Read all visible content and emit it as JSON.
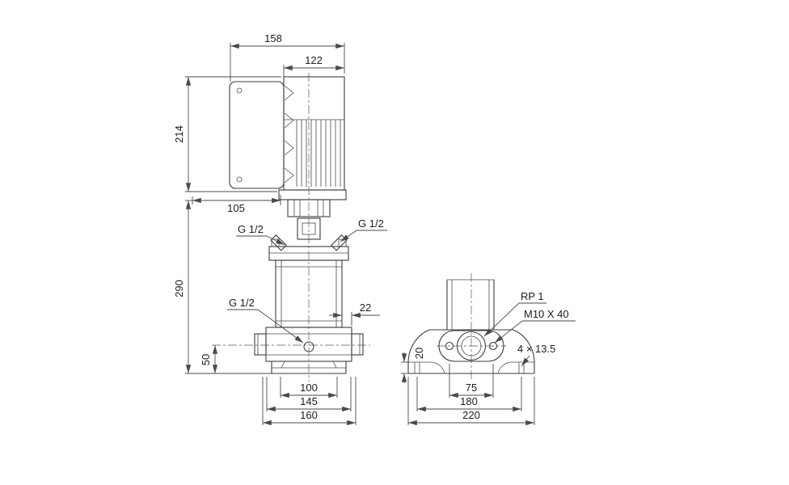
{
  "front_view": {
    "dims": {
      "total_width": "158",
      "motor_width": "122",
      "motor_height": "214",
      "flange_depth": "105",
      "pump_height": "290",
      "port_offset": "22",
      "port_center_height": "50",
      "base_width_inner": "100",
      "base_width_mid": "145",
      "base_width_outer": "160"
    },
    "ports": {
      "top_left": "G 1/2",
      "top_right": "G 1/2",
      "drain": "G 1/2"
    }
  },
  "end_view": {
    "dims": {
      "foot_height": "20",
      "port_bolt_spacing": "75",
      "foot_hole_spacing": "180",
      "base_width": "220"
    },
    "labels": {
      "connection": "RP 1",
      "stud_bolt": "M10 X 40",
      "foot_holes": "4 × 13.5"
    }
  }
}
